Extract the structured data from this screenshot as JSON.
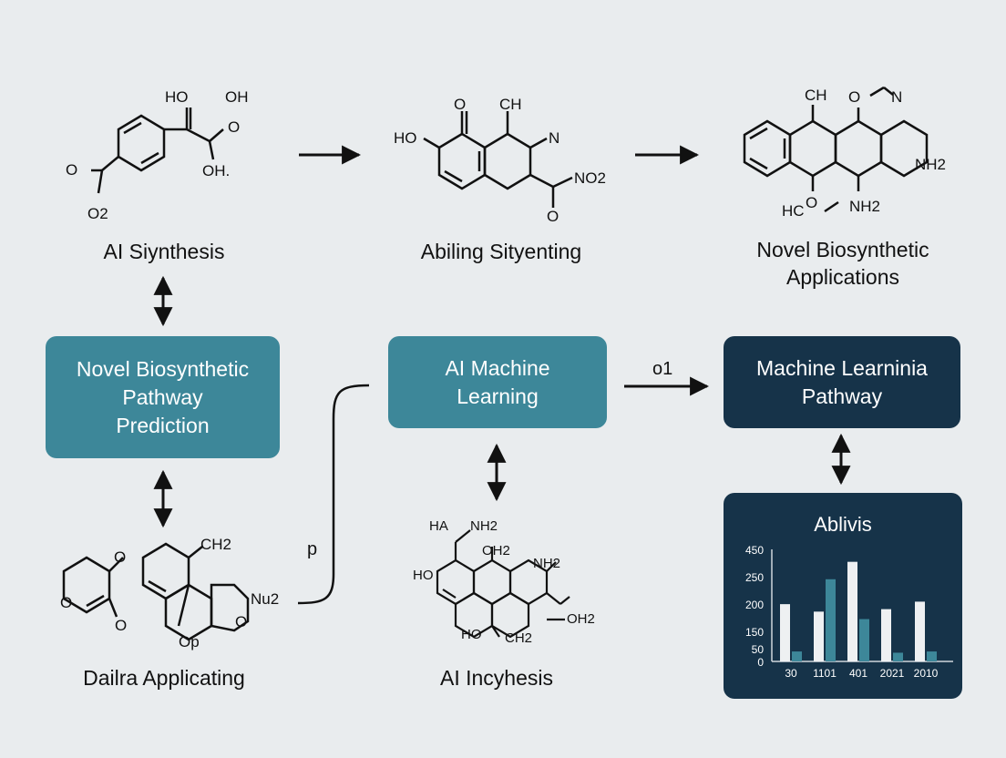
{
  "colors": {
    "background": "#e9ecee",
    "teal_box": "#3d8799",
    "navy_box": "#163349",
    "bar_light": "#eef0f2",
    "bar_teal": "#3d8799"
  },
  "labels": {
    "ai_synthesis": "AI Siynthesis",
    "abiling": "Abiling Sityenting",
    "novel_apps_line1": "Novel Biosynthetic",
    "novel_apps_line2": "Applications",
    "dailra": "Dailra Applicating",
    "ai_incyhesis": "AI Incyhesis"
  },
  "boxes": {
    "prediction": [
      "Novel Biosynthetic",
      "Pathway",
      "Prediction"
    ],
    "ml": [
      "AI Machine",
      "Learning"
    ],
    "ml_pathway": [
      "Machine Learninia",
      "Pathway"
    ]
  },
  "connectors": {
    "arrow_label": "o1",
    "bracket_label": "p"
  },
  "molecule_text": {
    "m1": [
      "HO",
      "OH",
      "O",
      "OH.",
      "O",
      "O2"
    ],
    "m2": [
      "CH",
      "O",
      "N",
      "HO",
      "NO2",
      "O"
    ],
    "m3": [
      "CH",
      "O",
      "N",
      "NH2",
      "HC",
      "O",
      "NH2"
    ],
    "m4": [
      "CH2",
      "O",
      "Nu2",
      "O",
      "O",
      "O",
      "Op"
    ],
    "m5": [
      "HA",
      "NH2",
      "OH2",
      "NH2",
      "HO",
      "HO",
      "CH2",
      "OH2"
    ]
  },
  "chart_data": {
    "type": "bar",
    "title": "Ablivis",
    "categories": [
      "30",
      "1101",
      "401",
      "2021",
      "2010"
    ],
    "series": [
      {
        "values": [
          230,
          200,
          400,
          210,
          240
        ]
      },
      {
        "values": [
          40,
          330,
          170,
          35,
          40
        ]
      }
    ],
    "y_ticks": [
      "450",
      "250",
      "200",
      "150",
      "50",
      "0"
    ],
    "ylim": [
      0,
      450
    ],
    "grid": false,
    "legend": "none"
  }
}
